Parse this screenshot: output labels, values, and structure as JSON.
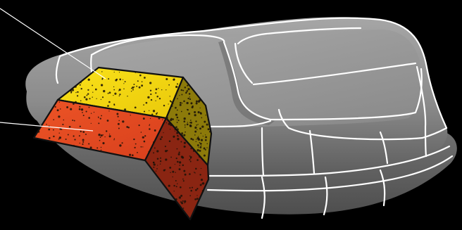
{
  "figure": {
    "subject": "seat-cushion-cross-section",
    "callouts": [
      {
        "target": "upper-foam-layer",
        "color": "#f4d20c",
        "shade_color": "#8c7a0a"
      },
      {
        "target": "lower-foam-layer",
        "color": "#e84a23",
        "shade_color": "#8a2512"
      }
    ],
    "colors": {
      "background": "#000000",
      "cushion_light": "#9a9a9a",
      "cushion_dark": "#5a5a5a",
      "seam_lines": "#ffffff",
      "outline": "#111111",
      "pore_dots": "#1a1208"
    }
  }
}
